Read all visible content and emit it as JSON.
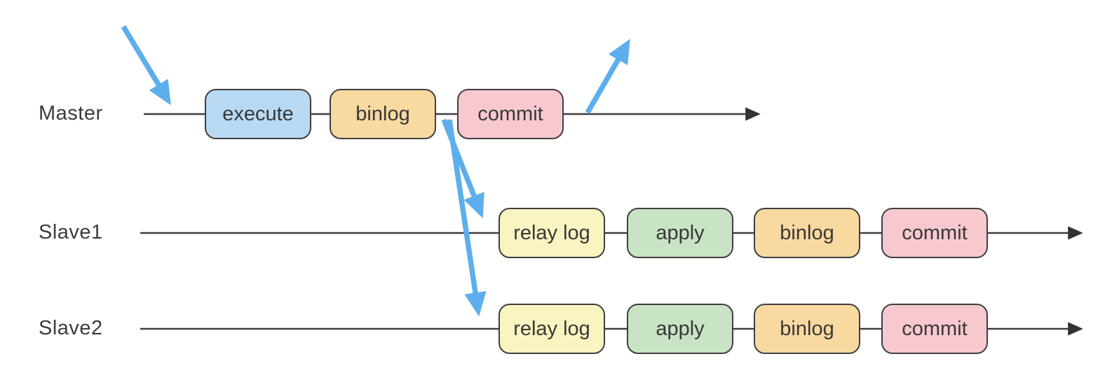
{
  "diagram": {
    "rows": [
      {
        "label": "Master",
        "boxes": [
          {
            "label": "execute",
            "color": "#b9d9f3"
          },
          {
            "label": "binlog",
            "color": "#f8d9a0"
          },
          {
            "label": "commit",
            "color": "#f8c8cf"
          }
        ]
      },
      {
        "label": "Slave1",
        "boxes": [
          {
            "label": "relay log",
            "color": "#faf4c0"
          },
          {
            "label": "apply",
            "color": "#c9e3c5"
          },
          {
            "label": "binlog",
            "color": "#f8d9a0"
          },
          {
            "label": "commit",
            "color": "#f8c8cf"
          }
        ]
      },
      {
        "label": "Slave2",
        "boxes": [
          {
            "label": "relay log",
            "color": "#faf4c0"
          },
          {
            "label": "apply",
            "color": "#c9e3c5"
          },
          {
            "label": "binlog",
            "color": "#f8d9a0"
          },
          {
            "label": "commit",
            "color": "#f8c8cf"
          }
        ]
      }
    ],
    "arrows": [
      {
        "id": "request-in-arrow",
        "from": "outside-top-left",
        "to": "master-timeline-before-execute"
      },
      {
        "id": "response-out-arrow",
        "from": "master-timeline-after-commit",
        "to": "outside-top-right"
      },
      {
        "id": "binlog-sync-arrow-slave1",
        "from": "master-timeline-after-binlog",
        "to": "slave1-relay-log"
      },
      {
        "id": "binlog-sync-arrow-slave2",
        "from": "master-timeline-after-binlog",
        "to": "slave2-relay-log"
      }
    ],
    "colors": {
      "timeline": "#3f3f3f",
      "box_border": "#3f3f3f",
      "text": "#383838",
      "sync_arrow_blue": "#5daeec"
    }
  }
}
